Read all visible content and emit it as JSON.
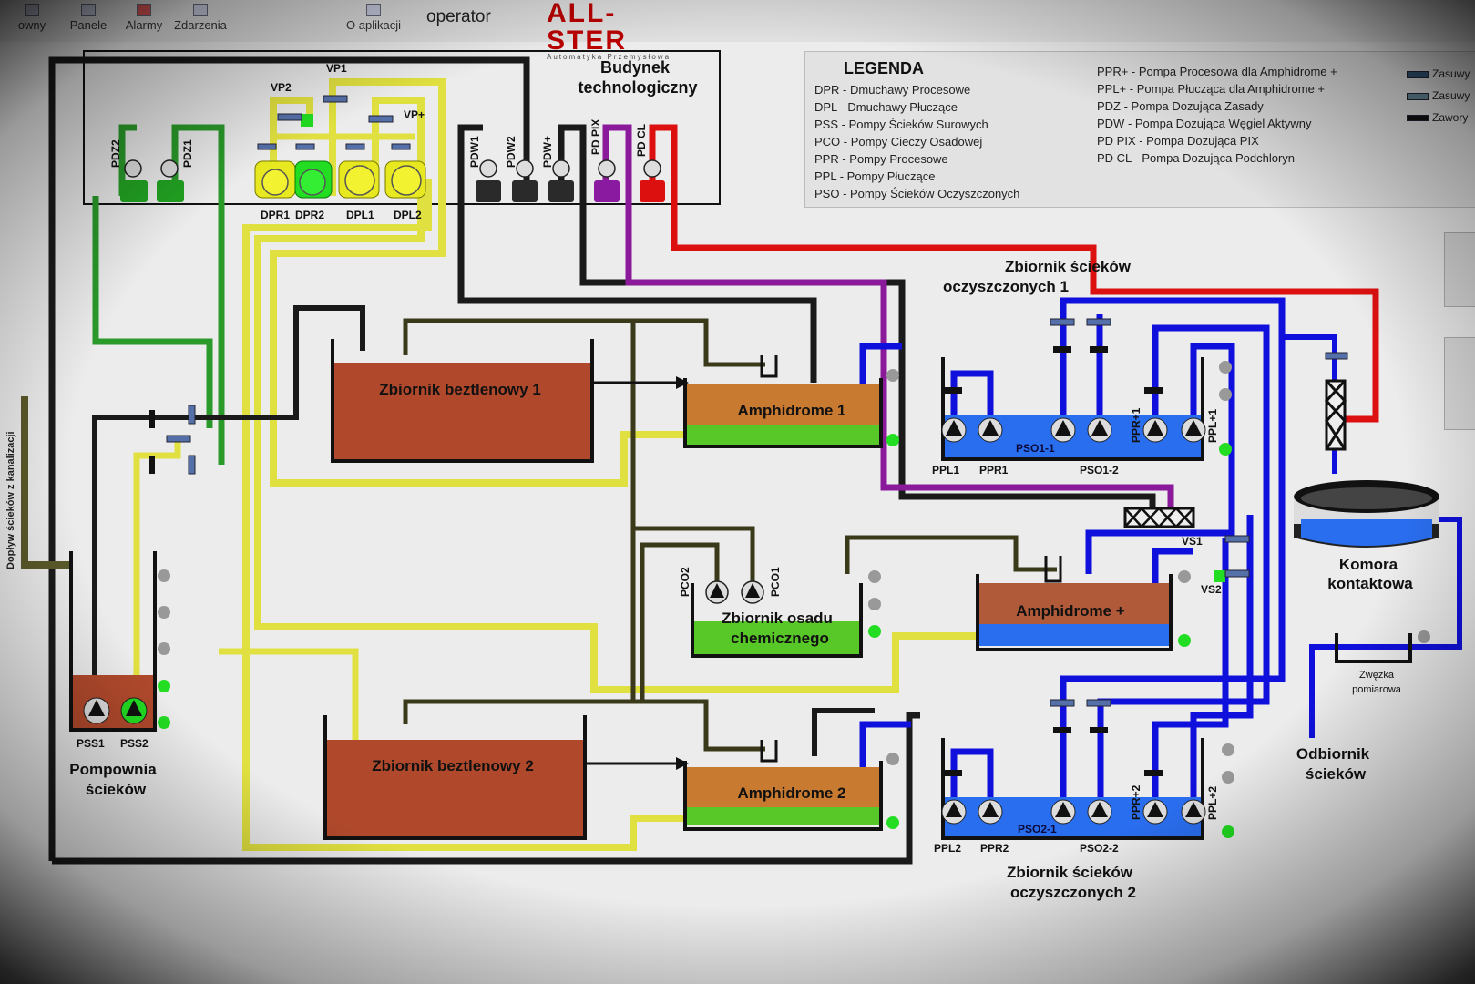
{
  "toolbar": {
    "buttons": [
      {
        "label": "owny",
        "icon": "home-icon"
      },
      {
        "label": "Panele",
        "icon": "panels-icon"
      },
      {
        "label": "Alarmy",
        "icon": "alarms-icon"
      },
      {
        "label": "Zdarzenia",
        "icon": "events-icon"
      },
      {
        "label": "O aplikacji",
        "icon": "about-icon"
      }
    ],
    "user": "operator",
    "logo": "ALL-STER",
    "logo_sub": "Automatyka Przemysłowa"
  },
  "legend": {
    "title": "LEGENDA",
    "col1": [
      "DPR - Dmuchawy Procesowe",
      "DPL - Dmuchawy Płuczące",
      "PSS - Pompy Ścieków Surowych",
      "PCO - Pompy Cieczy Osadowej",
      "PPR - Pompy Procesowe",
      "PPL - Pompy Płuczące",
      "PSO - Pompy Ścieków Oczyszczonych"
    ],
    "col2": [
      "PPR+ - Pompa Procesowa dla Amphidrome +",
      "PPL+ - Pompa Płucząca dla Amphidrome +",
      "PDZ - Pompa Dozująca Zasady",
      "PDW - Pompa Dozująca Węgiel Aktywny",
      "PD PIX - Pompa Dozująca PIX",
      "PD CL - Pompa Dozująca Podchloryn"
    ],
    "keys": [
      "Zasuwy",
      "Zasuwy",
      "Zawory"
    ]
  },
  "building": {
    "title_line1": "Budynek",
    "title_line2": "technologiczny"
  },
  "labels": {
    "vp1": "VP1",
    "vp2": "VP2",
    "vpplus": "VP+",
    "pdz2": "PDZ2",
    "pdz1": "PDZ1",
    "dpr1": "DPR1",
    "dpr2": "DPR2",
    "dpl1": "DPL1",
    "dpl2": "DPL2",
    "pdw1": "PDW1",
    "pdw2": "PDW2",
    "pdwplus": "PDW+",
    "pdpix": "PD PIX",
    "pdcl": "PD CL",
    "ppl1": "PPL1",
    "ppr1": "PPR1",
    "pso11": "PSO1-1",
    "pso12": "PSO1-2",
    "pprplus1": "PPR+1",
    "pplplus1": "PPL+1",
    "ppl2": "PPL2",
    "ppr2": "PPR2",
    "pso21": "PSO2-1",
    "pso22": "PSO2-2",
    "pprplus2": "PPR+2",
    "pplplus2": "PPL+2",
    "pco2": "PCO2",
    "pco1": "PCO1",
    "pss1": "PSS1",
    "pss2": "PSS2",
    "vs1": "VS1",
    "vs2": "VS2"
  },
  "tanks": {
    "anaerobic1": "Zbiornik beztlenowy 1",
    "anaerobic2": "Zbiornik beztlenowy 2",
    "amphidrome1": "Amphidrome 1",
    "amphidrome2": "Amphidrome 2",
    "amphidrome_plus": "Amphidrome +",
    "sludge_l1": "Zbiornik osadu",
    "sludge_l2": "chemicznego",
    "clean1_l1": "Zbiornik ścieków",
    "clean1_l2": "oczyszczonych 1",
    "clean2_l1": "Zbiornik ścieków",
    "clean2_l2": "oczyszczonych 2",
    "pumpstation_l1": "Pompownia",
    "pumpstation_l2": "ścieków",
    "contact_l1": "Komora",
    "contact_l2": "kontaktowa",
    "receiver_l1": "Odbiornik",
    "receiver_l2": "ścieków",
    "flume_l1": "Zwężka",
    "flume_l2": "pomiarowa",
    "inflow": "Dopływ ścieków z kanalizacji"
  },
  "colors": {
    "black_pipe": "#1a1a1a",
    "yellow_pipe": "#e0e040",
    "green_pipe": "#2a9a2a",
    "blue_pipe": "#1010dd",
    "red_pipe": "#dd1010",
    "purple_pipe": "#8a1a9a",
    "olive_pipe": "#3a3a1a",
    "tank_brown": "#b0492c",
    "tank_orange": "#c87a30",
    "tank_green": "#58c828",
    "water_blue": "#2a6ef0",
    "status_on": "#22dd22",
    "status_off": "#999999"
  }
}
